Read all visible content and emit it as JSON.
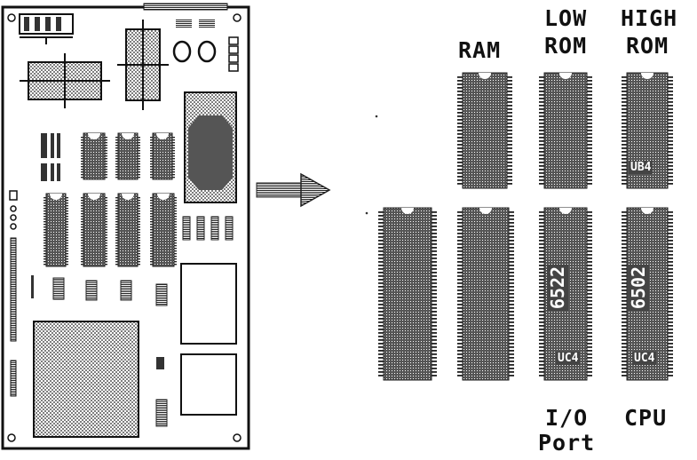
{
  "labels": {
    "ram": "RAM",
    "low_rom_line1": "LOW",
    "low_rom_line2": "ROM",
    "high_rom_line1": "HIGH",
    "high_rom_line2": "ROM",
    "io_port_line1": "I/O",
    "io_port_line2": "Port",
    "cpu": "CPU"
  },
  "chip_markings": {
    "high_rom_chip": "UB4",
    "io_chip_part": "6522",
    "io_chip_ref": "UC4",
    "cpu_chip_part": "6502",
    "cpu_chip_ref": "UC4"
  },
  "colors": {
    "ink": "#111111",
    "chip_fill": "#555555",
    "paper": "#ffffff"
  }
}
